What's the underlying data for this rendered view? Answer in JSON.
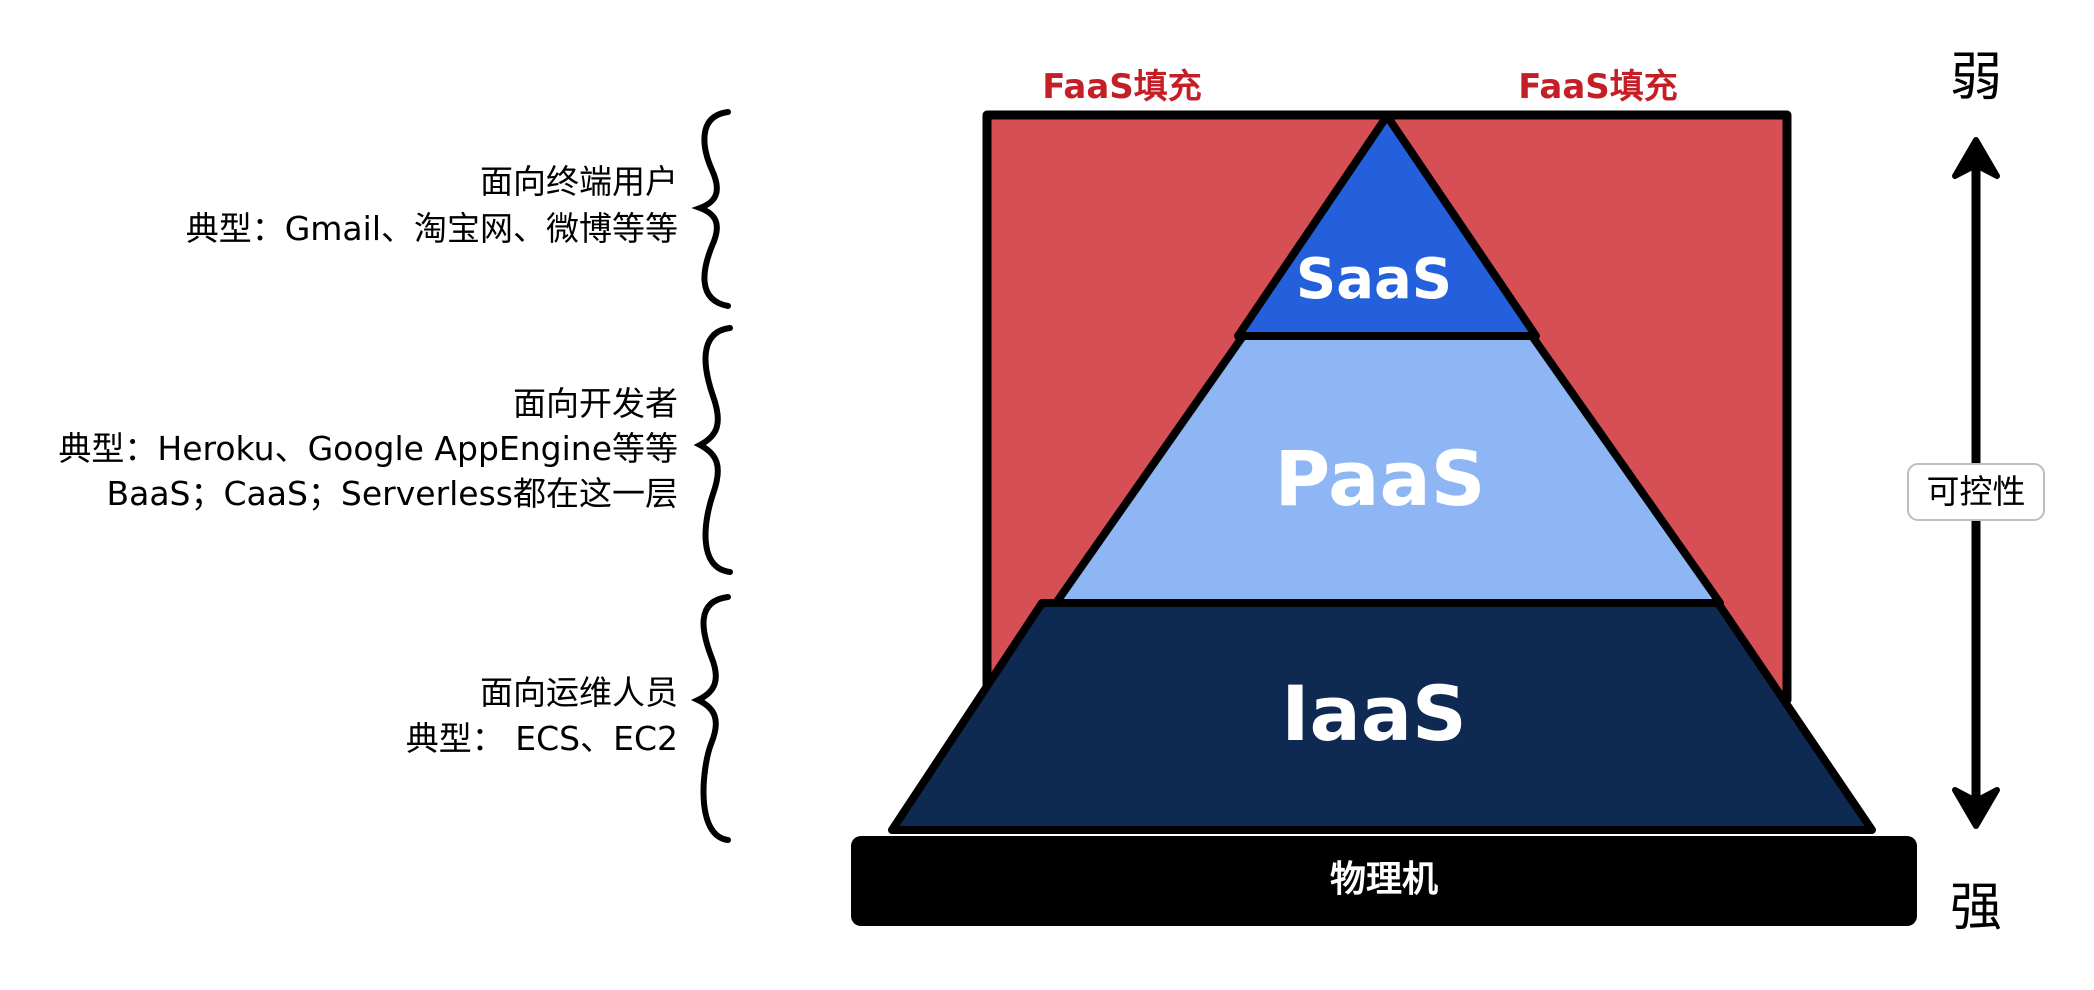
{
  "left_labels": [
    {
      "lines": [
        "面向终端用户",
        "典型：Gmail、淘宝网、微博等等"
      ]
    },
    {
      "lines": [
        "面向开发者",
        "典型：Heroku、Google AppEngine等等",
        "BaaS；CaaS；Serverless都在这一层"
      ]
    },
    {
      "lines": [
        "面向运维人员",
        "典型： ECS、EC2"
      ]
    }
  ],
  "faas_labels": [
    "FaaS填充",
    "FaaS填充"
  ],
  "pyramid": {
    "saas": "SaaS",
    "paas": "PaaS",
    "iaas": "IaaS"
  },
  "base_label": "物理机",
  "axis": {
    "top": "弱",
    "bottom": "强",
    "middle": "可控性"
  },
  "colors": {
    "faas_fill": "#d64f55",
    "faas_text": "#c41e26",
    "saas": "#2460dc",
    "paas": "#8fb6f4",
    "iaas": "#0f2a52",
    "base": "#000000"
  }
}
